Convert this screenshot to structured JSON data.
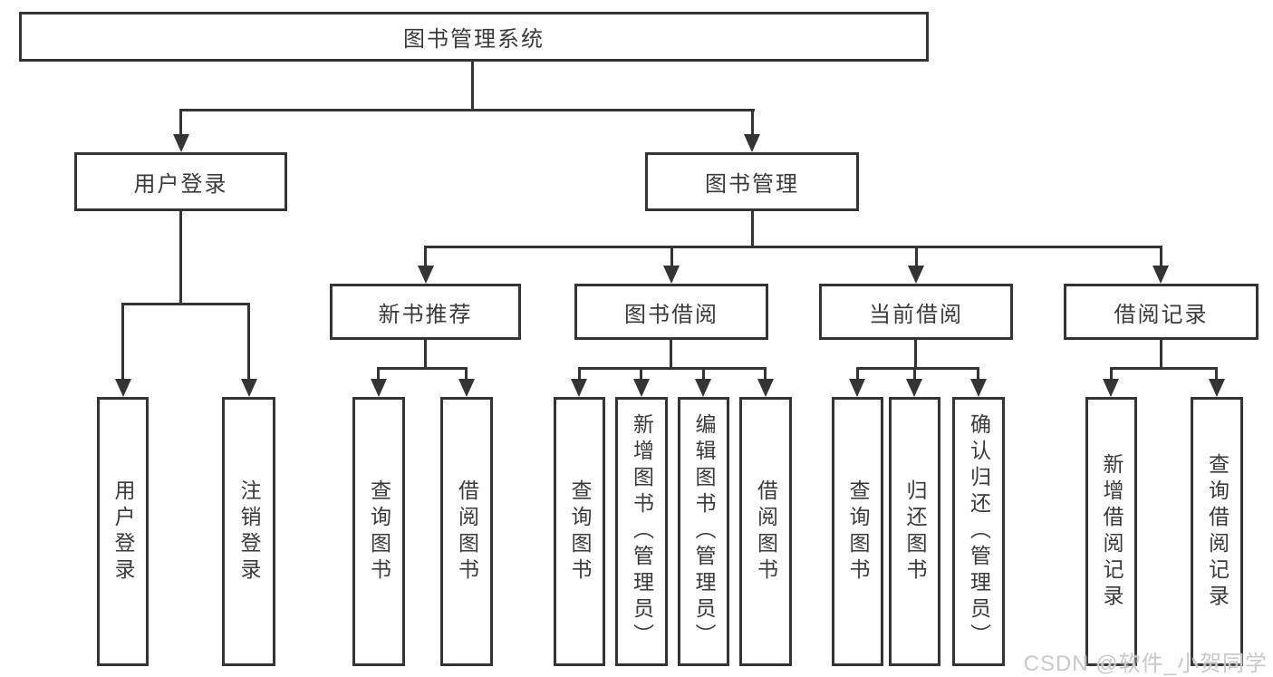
{
  "diagram": {
    "root": {
      "label": "图书管理系统"
    },
    "branches": [
      {
        "label": "用户登录",
        "children": [
          "用户登录",
          "注销登录"
        ]
      },
      {
        "label": "图书管理",
        "sections": [
          {
            "label": "新书推荐",
            "children": [
              "查询图书",
              "借阅图书"
            ]
          },
          {
            "label": "图书借阅",
            "children": [
              "查询图书",
              "新增图书（管理员）",
              "编辑图书（管理员）",
              "借阅图书"
            ]
          },
          {
            "label": "当前借阅",
            "children": [
              "查询图书",
              "归还图书",
              "确认归还（管理员）"
            ]
          },
          {
            "label": "借阅记录",
            "children": [
              "新增借阅记录",
              "查询借阅记录"
            ]
          }
        ]
      }
    ]
  },
  "watermark": {
    "text": "CSDN @软件_小贺同学",
    "color": "#c9c9c9"
  },
  "colors": {
    "line": "#343434",
    "box_border": "#343434",
    "text": "#3a3a3a",
    "background": "#ffffff"
  }
}
